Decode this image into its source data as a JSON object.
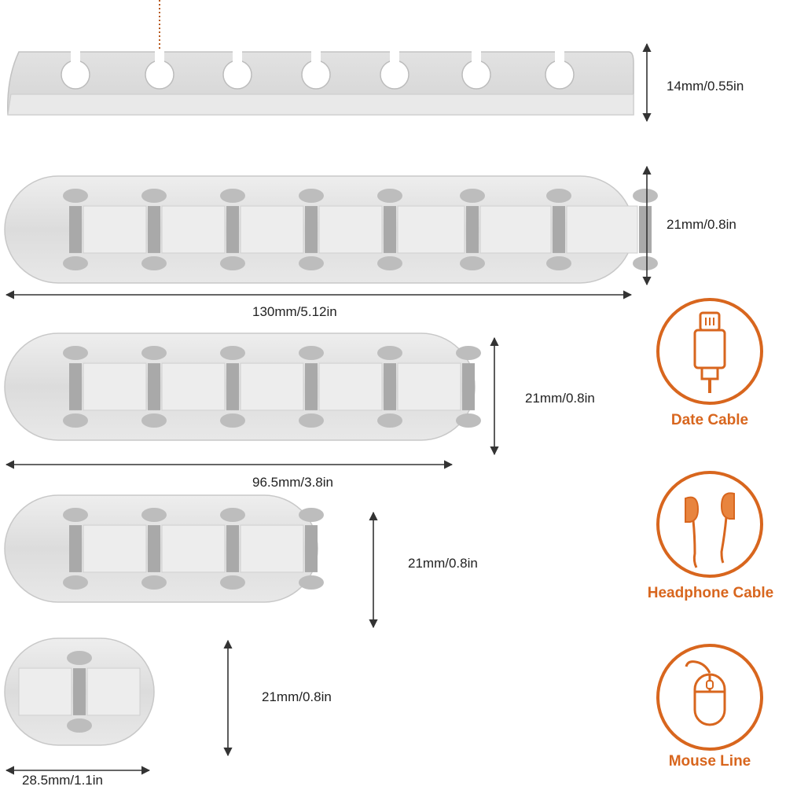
{
  "dimensions": {
    "top_height": "14mm/0.55in",
    "organizer_7_height": "21mm/0.8in",
    "organizer_7_length": "130mm/5.12in",
    "organizer_5_height": "21mm/0.8in",
    "organizer_5_length": "96.5mm/3.8in",
    "organizer_3_height": "21mm/0.8in",
    "organizer_1_height": "21mm/0.8in",
    "organizer_1_length": "28.5mm/1.1in"
  },
  "organizers": [
    {
      "slots": 7
    },
    {
      "slots": 5
    },
    {
      "slots": 3
    },
    {
      "slots": 1
    }
  ],
  "cable_types": [
    {
      "label": "Date Cable",
      "icon": "usb-cable-icon"
    },
    {
      "label": "Headphone Cable",
      "icon": "earphones-icon"
    },
    {
      "label": "Mouse Line",
      "icon": "mouse-icon"
    }
  ],
  "colors": {
    "organizer": "#e6e6e6",
    "organizer_shadow": "#bdbdbd",
    "accent": "#d8661e",
    "text": "#222222"
  }
}
